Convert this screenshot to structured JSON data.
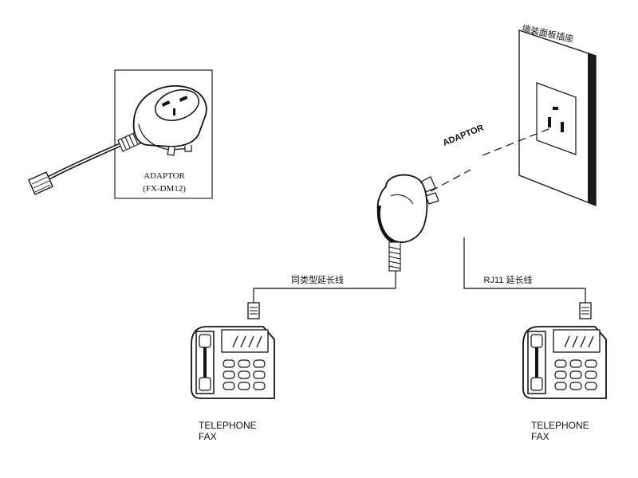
{
  "adaptor_box": {
    "name": "ADAPTOR",
    "model": "(FX-DM12)"
  },
  "wall_panel_label": "墙装面板插座",
  "adaptor_callout": "ADAPTOR",
  "cable_left_label": "同类型延长线",
  "cable_right_label": "RJ11 延长线",
  "phone_left": {
    "line1": "TELEPHONE",
    "line2": "FAX"
  },
  "phone_right": {
    "line1": "TELEPHONE",
    "line2": "FAX"
  },
  "colors": {
    "line": "#111111",
    "fill": "#ffffff",
    "panel": "#1a1a1a"
  }
}
